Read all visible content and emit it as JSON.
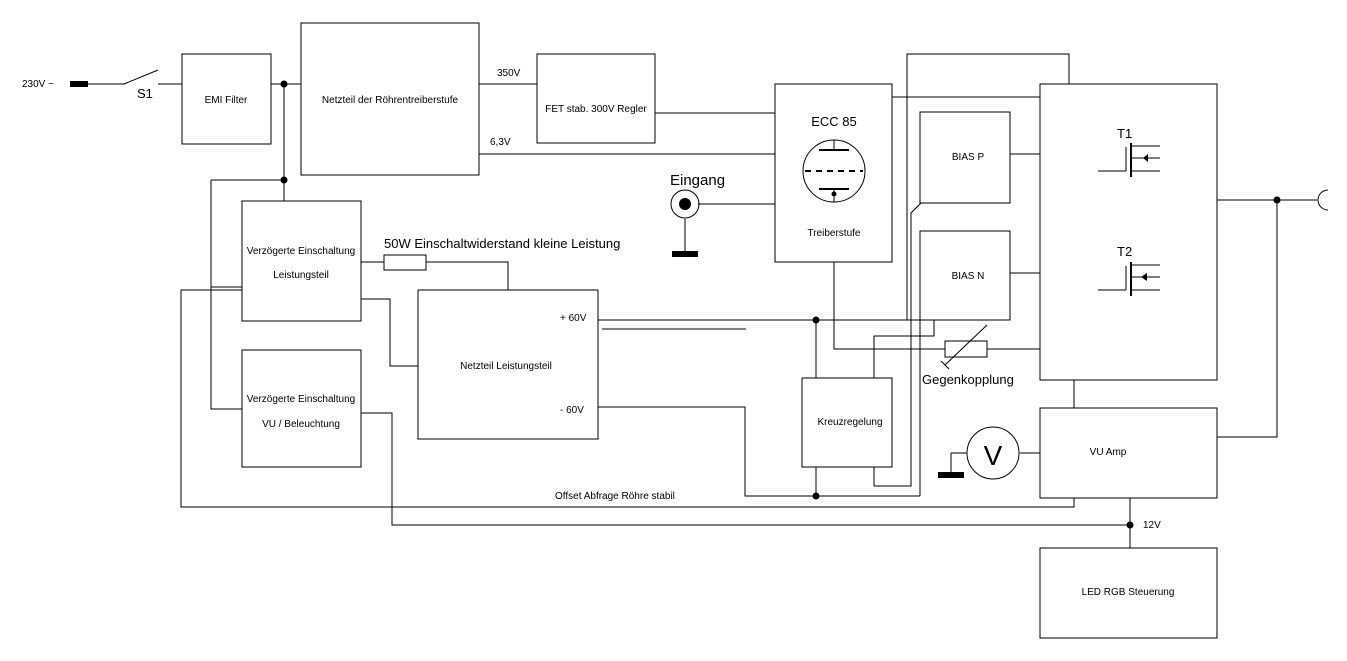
{
  "labels": {
    "mains": "230V ~",
    "switch": "S1",
    "v350": "350V",
    "v63": "6,3V",
    "input": "Eingang",
    "resistor": "50W Einschaltwiderstand kleine Leistung",
    "plus60": "+ 60V",
    "minus60": "- 60V",
    "feedback": "Gegenkopplung",
    "offset": "Offset Abfrage Röhre stabil",
    "v12": "12V",
    "t1": "T1",
    "t2": "T2",
    "meter": "V"
  },
  "blocks": {
    "emi": "EMI Filter",
    "netzteil_roehre": "Netzteil der Röhrentreiberstufe",
    "fet": "FET stab. 300V Regler",
    "tube_title": "ECC 85",
    "tube_sub": "Treiberstufe",
    "delay_power_1": "Verzögerte Einschaltung",
    "delay_power_2": "Leistungsteil",
    "delay_vu_1": "Verzögerte Einschaltung",
    "delay_vu_2": "VU / Beleuchtung",
    "netzteil_leistung": "Netzteil Leistungsteil",
    "kreuz": "Kreuzregelung",
    "bias_p": "BIAS P",
    "bias_n": "BIAS N",
    "vu_amp": "VU Amp",
    "led": "LED RGB Steuerung"
  }
}
